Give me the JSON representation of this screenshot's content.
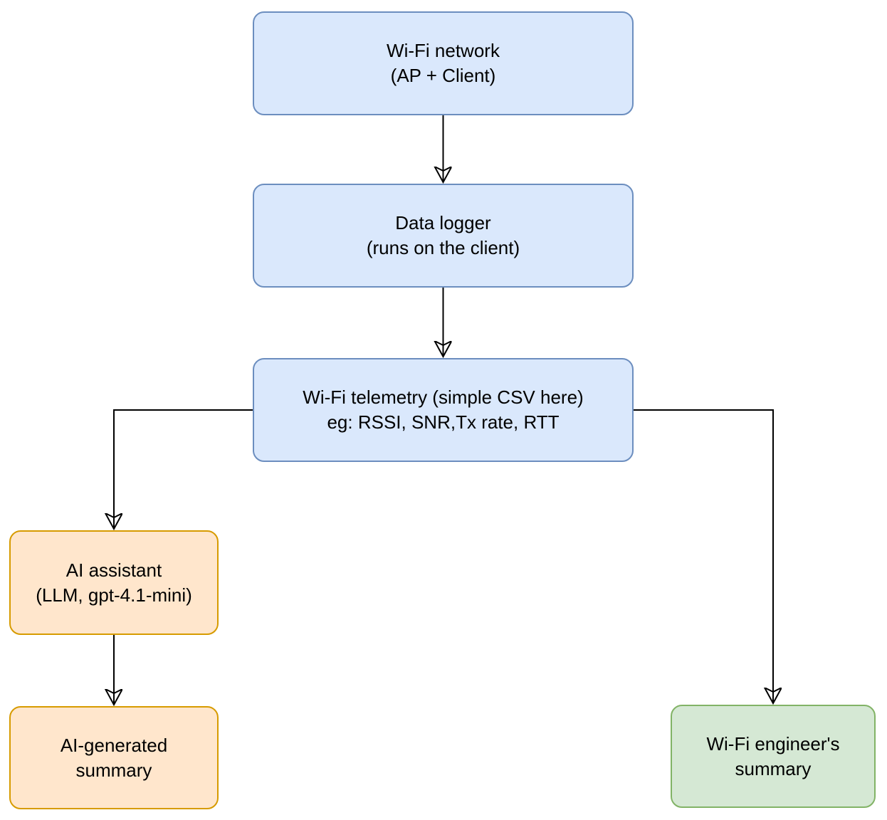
{
  "diagram": {
    "type": "flowchart",
    "nodes": {
      "wifi_network": {
        "lines": [
          "Wi-Fi network",
          "(AP + Client)"
        ],
        "style": "blue"
      },
      "data_logger": {
        "lines": [
          "Data logger",
          "(runs on the client)"
        ],
        "style": "blue"
      },
      "telemetry": {
        "lines": [
          "Wi-Fi telemetry (simple CSV here)",
          "eg: RSSI, SNR,Tx rate, RTT"
        ],
        "style": "blue"
      },
      "ai_assistant": {
        "lines": [
          "AI assistant",
          "(LLM, gpt-4.1-mini)"
        ],
        "style": "orange"
      },
      "ai_summary": {
        "lines": [
          "AI-generated",
          "summary"
        ],
        "style": "orange"
      },
      "engineer_summary": {
        "lines": [
          "Wi-Fi engineer's",
          "summary"
        ],
        "style": "green"
      }
    },
    "edges": [
      {
        "from": "wifi_network",
        "to": "data_logger"
      },
      {
        "from": "data_logger",
        "to": "telemetry"
      },
      {
        "from": "telemetry",
        "to": "ai_assistant"
      },
      {
        "from": "ai_assistant",
        "to": "ai_summary"
      },
      {
        "from": "telemetry",
        "to": "engineer_summary"
      }
    ],
    "colors": {
      "blue_fill": "#dae8fc",
      "blue_border": "#6c8ebf",
      "orange_fill": "#ffe6cc",
      "orange_border": "#d79b00",
      "green_fill": "#d5e8d4",
      "green_border": "#82b366",
      "edge": "#000000",
      "text": "#000000",
      "background": "#ffffff"
    }
  }
}
